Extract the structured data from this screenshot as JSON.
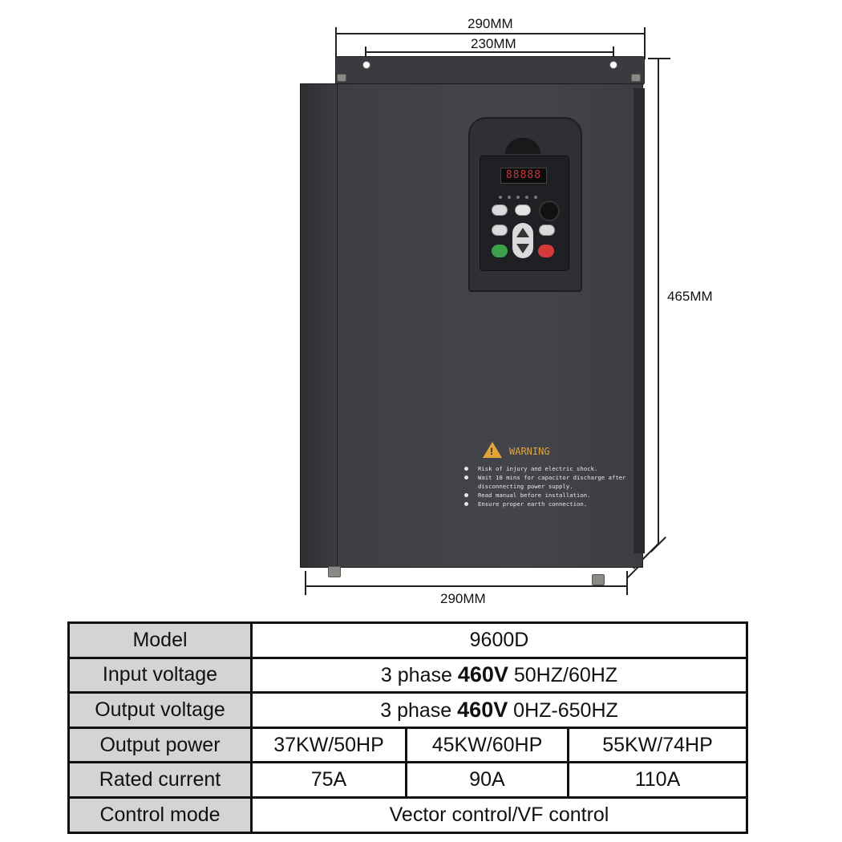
{
  "dimensions": {
    "top_outer": "290MM",
    "top_inner": "230MM",
    "height": "465MM",
    "bottom": "290MM"
  },
  "device": {
    "display_readout": "88888",
    "warning": {
      "title": "WARNING",
      "lines": [
        "Risk of injury and electric shock.",
        "Wait 10 mins for capacitor discharge after",
        "disconnecting power supply.",
        "Read manual before installation.",
        "Ensure proper earth connection."
      ]
    }
  },
  "specs": {
    "model": {
      "label": "Model",
      "value": "9600D"
    },
    "input_voltage": {
      "label": "Input voltage",
      "prefix": "3 phase",
      "voltage": "460V",
      "suffix": "50HZ/60HZ"
    },
    "output_voltage": {
      "label": "Output voltage",
      "prefix": "3 phase",
      "voltage": "460V",
      "suffix": "0HZ-650HZ"
    },
    "output_power": {
      "label": "Output power",
      "values": [
        "37KW/50HP",
        "45KW/60HP",
        "55KW/74HP"
      ]
    },
    "rated_current": {
      "label": "Rated current",
      "values": [
        "75A",
        "90A",
        "110A"
      ]
    },
    "control_mode": {
      "label": "Control mode",
      "value": "Vector control/VF control"
    }
  },
  "colors": {
    "header_cell": "#d4d4d4",
    "device_body": "#424347",
    "warning_accent": "#e1a63a",
    "stop_key": "#d43a3a",
    "run_key": "#3aa04a"
  }
}
